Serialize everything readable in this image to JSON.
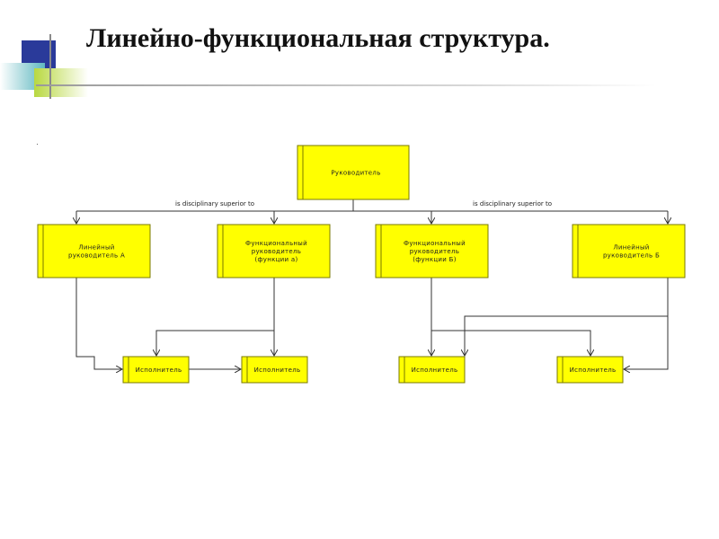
{
  "slide": {
    "title": "Линейно-функциональная структура."
  },
  "colors": {
    "box_fill": "#ffff00",
    "box_stroke": "#7a7a00",
    "line": "#333333",
    "deco_navy": "#2a3a9a",
    "deco_teal": "#5fb8c0",
    "deco_green": "#b8d840"
  },
  "diagram": {
    "edge_label_left": "is disciplinary superior to",
    "edge_label_right": "is disciplinary superior to",
    "nodes": {
      "head": {
        "lines": [
          "Руководитель"
        ]
      },
      "line_a": {
        "lines": [
          "Линейный",
          "руководитель А"
        ]
      },
      "func_a": {
        "lines": [
          "Функциональный",
          "руководитель",
          "(функции а)"
        ]
      },
      "func_b": {
        "lines": [
          "Функциональный",
          "руководитель",
          "(функции Б)"
        ]
      },
      "line_b": {
        "lines": [
          "Линейный",
          "руководитель Б"
        ]
      },
      "exec_1": {
        "lines": [
          "Исполнитель"
        ]
      },
      "exec_2": {
        "lines": [
          "Исполнитель"
        ]
      },
      "exec_3": {
        "lines": [
          "Исполнитель"
        ]
      },
      "exec_4": {
        "lines": [
          "Исполнитель"
        ]
      }
    }
  }
}
